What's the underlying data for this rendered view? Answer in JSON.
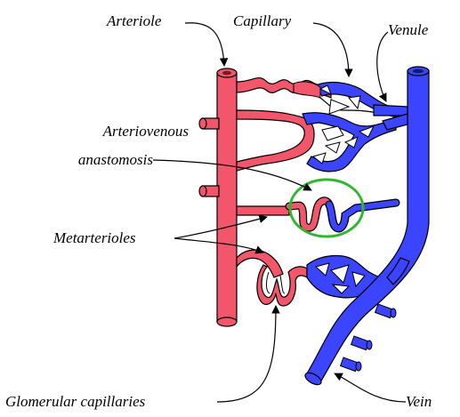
{
  "labels": {
    "arteriole": "Arteriole",
    "capillary": "Capillary",
    "venule": "Venule",
    "av_anastomosis_line1": "Arteriovenous",
    "av_anastomosis_line2": "anastomosis",
    "metarterioles": "Metarterioles",
    "glomerular": "Glomerular capillaries",
    "vein": "Vein"
  },
  "colors": {
    "arterial": "#f2566a",
    "venous": "#3b44ff",
    "highlight_ring": "#2fb82f",
    "outline": "#000000"
  }
}
